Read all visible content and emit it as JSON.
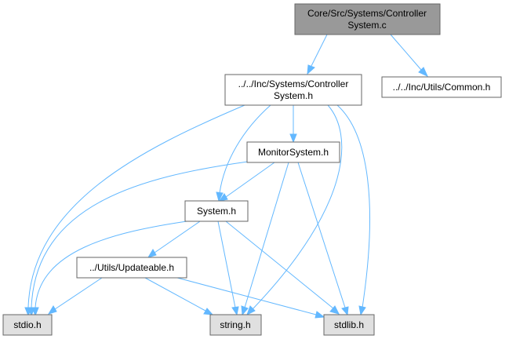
{
  "colors": {
    "root_fill": "#999999",
    "node_fill": "#ffffff",
    "external_fill": "#e0e0e0",
    "border": "#666666",
    "edge": "#63b8ff"
  },
  "nodes": {
    "root": {
      "lines": [
        "Core/Src/Systems/Controller",
        "System.c"
      ]
    },
    "controller_h": {
      "lines": [
        "../../Inc/Systems/Controller",
        "System.h"
      ]
    },
    "common_h": {
      "lines": [
        "../../Inc/Utils/Common.h"
      ]
    },
    "monitor_h": {
      "lines": [
        "MonitorSystem.h"
      ]
    },
    "system_h": {
      "lines": [
        "System.h"
      ]
    },
    "updateable_h": {
      "lines": [
        "../Utils/Updateable.h"
      ]
    },
    "stdio_h": {
      "lines": [
        "stdio.h"
      ]
    },
    "string_h": {
      "lines": [
        "string.h"
      ]
    },
    "stdlib_h": {
      "lines": [
        "stdlib.h"
      ]
    }
  }
}
